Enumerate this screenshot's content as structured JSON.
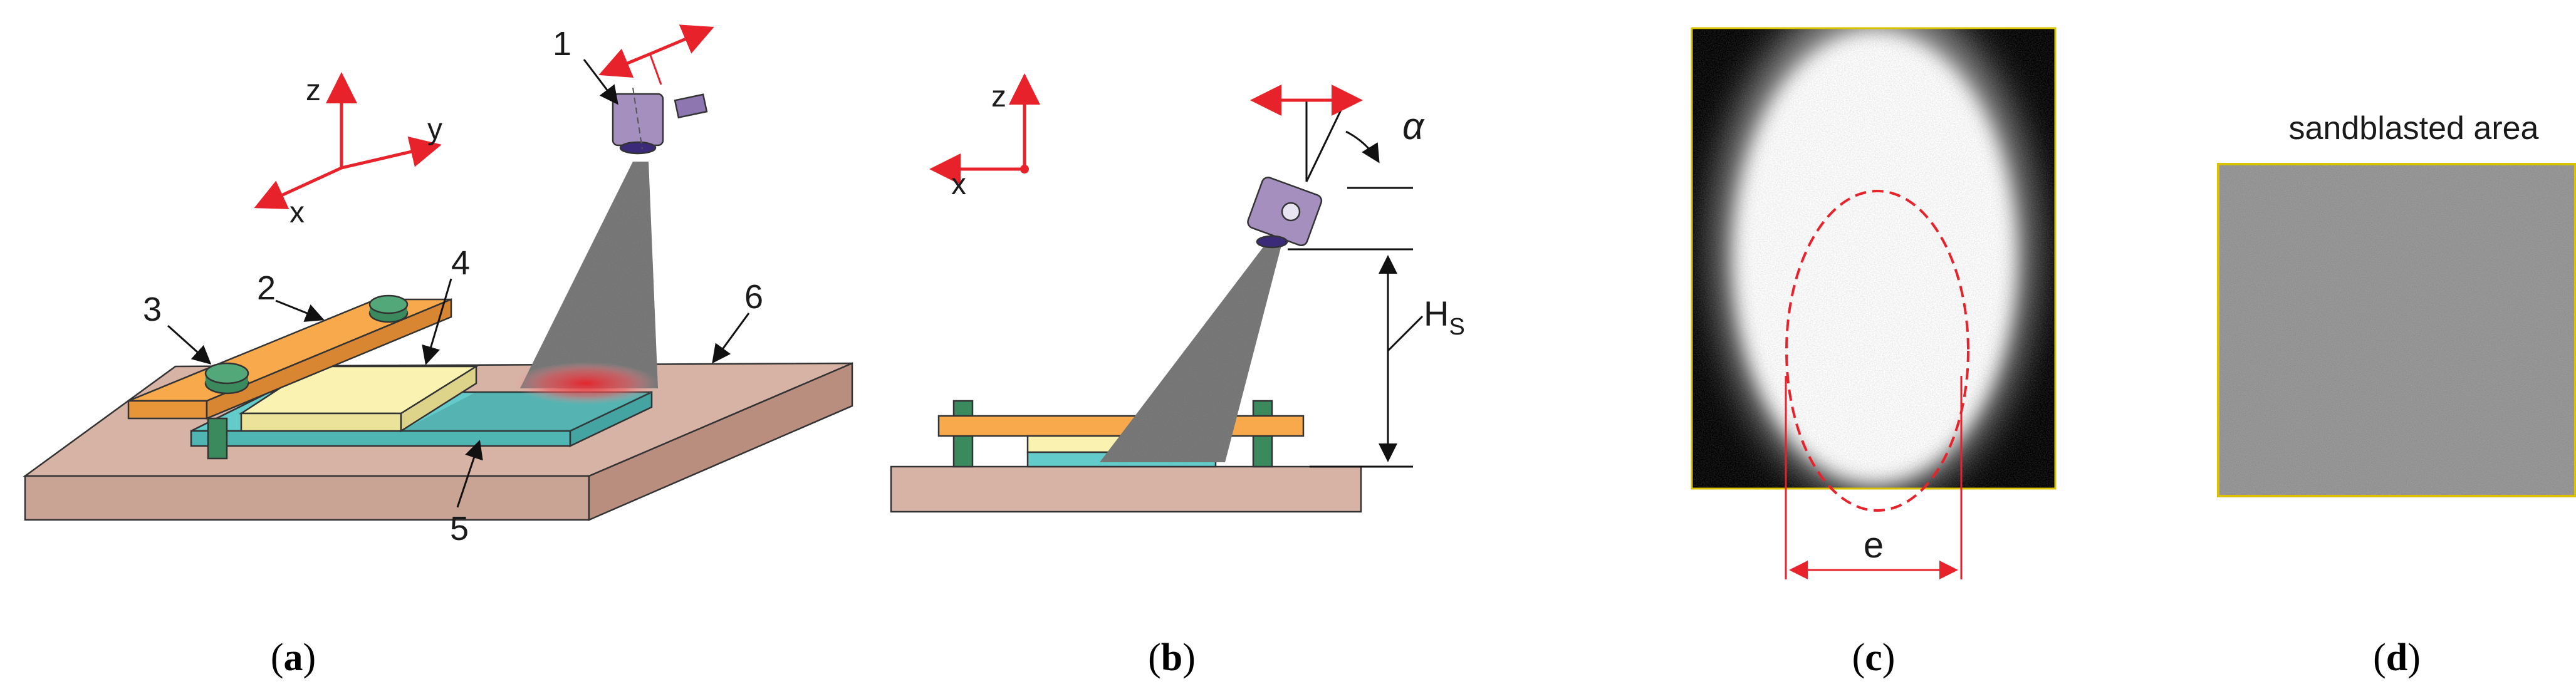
{
  "panel_a": {
    "axes": {
      "z": "z",
      "y": "y",
      "x": "x"
    },
    "callouts": [
      "1",
      "2",
      "3",
      "4",
      "5",
      "6"
    ],
    "caption": {
      "open": "(",
      "letter": "a",
      "close": ")"
    }
  },
  "panel_b": {
    "axes": {
      "z": "z",
      "x": "x"
    },
    "angle_label": "α",
    "height_label": "H",
    "height_sub": "S",
    "caption": {
      "open": "(",
      "letter": "b",
      "close": ")"
    }
  },
  "panel_c": {
    "width_label": "e",
    "caption": {
      "open": "(",
      "letter": "c",
      "close": ")"
    }
  },
  "panel_d": {
    "title": "sandblasted area",
    "caption": {
      "open": "(",
      "letter": "d",
      "close": ")"
    }
  },
  "colors": {
    "table": "#d7b3a5",
    "clamp_bar": "#f7a94b",
    "plate": "#f9f2b0",
    "sample": "#63cbc9",
    "bolt": "#3a8a5e",
    "nozzle": "#a48fbf",
    "arrow_red": "#e8222a",
    "frame_yellow": "#d9c200"
  }
}
